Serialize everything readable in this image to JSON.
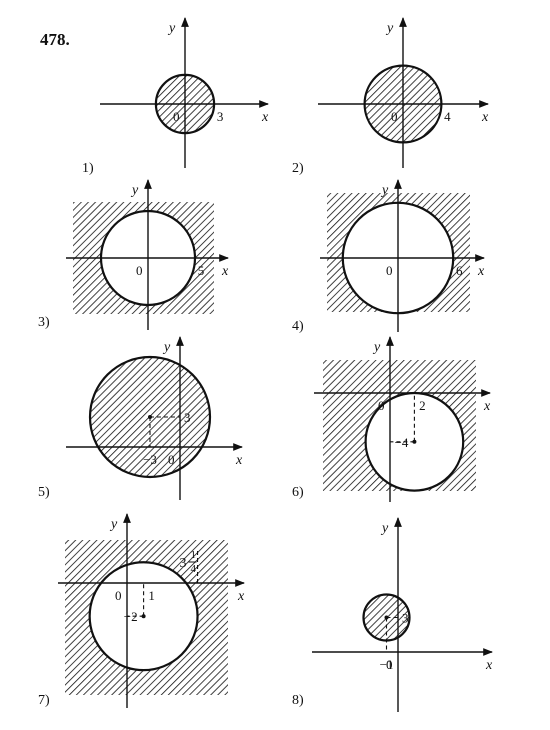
{
  "problem_number": "478.",
  "axis_labels": {
    "x": "x",
    "y": "y"
  },
  "colors": {
    "ink": "#111111",
    "paper": "#ffffff"
  },
  "figures": [
    {
      "label": "1)",
      "shading": "inside",
      "origin_label": "0",
      "center": [
        0,
        0
      ],
      "radius": 3,
      "ticks": [
        {
          "text": "3",
          "axis": "x",
          "value": 3
        }
      ]
    },
    {
      "label": "2)",
      "shading": "inside",
      "origin_label": "0",
      "center": [
        0,
        0
      ],
      "radius": 4,
      "ticks": [
        {
          "text": "4",
          "axis": "x",
          "value": 4
        }
      ]
    },
    {
      "label": "3)",
      "shading": "outside",
      "origin_label": "0",
      "center": [
        0,
        0
      ],
      "radius": 5,
      "ticks": [
        {
          "text": "5",
          "axis": "x",
          "value": 5
        }
      ]
    },
    {
      "label": "4)",
      "shading": "outside",
      "origin_label": "0",
      "center": [
        0,
        0
      ],
      "radius": 6,
      "ticks": [
        {
          "text": "6",
          "axis": "x",
          "value": 6
        }
      ]
    },
    {
      "label": "5)",
      "shading": "inside",
      "origin_label": "0",
      "center": [
        -3,
        3
      ],
      "radius": 6,
      "ticks": [
        {
          "text": "3",
          "axis": "y",
          "value": 3
        },
        {
          "text": "−3",
          "axis": "x",
          "value": -3
        }
      ]
    },
    {
      "label": "6)",
      "shading": "outside",
      "origin_label": "0",
      "center": [
        2,
        -4
      ],
      "radius": 4,
      "ticks": [
        {
          "text": "2",
          "axis": "x",
          "value": 2
        },
        {
          "text": "−4",
          "axis": "y",
          "value": -4
        }
      ]
    },
    {
      "label": "7)",
      "shading": "outside",
      "origin_label": "0",
      "center": [
        1,
        -2
      ],
      "radius": 3.25,
      "ticks": [
        {
          "text": "1",
          "axis": "x",
          "value": 1
        },
        {
          "text": "−2",
          "axis": "y",
          "value": -2
        },
        {
          "text": "3",
          "axis": "x",
          "value": 4.25,
          "fraction": [
            "1",
            "4"
          ]
        }
      ]
    },
    {
      "label": "8)",
      "shading": "inside",
      "origin_label": "0",
      "center": [
        -1,
        3
      ],
      "radius": 2,
      "ticks": [
        {
          "text": "3",
          "axis": "y",
          "value": 3
        },
        {
          "text": "−1",
          "axis": "x",
          "value": -1
        }
      ]
    }
  ]
}
